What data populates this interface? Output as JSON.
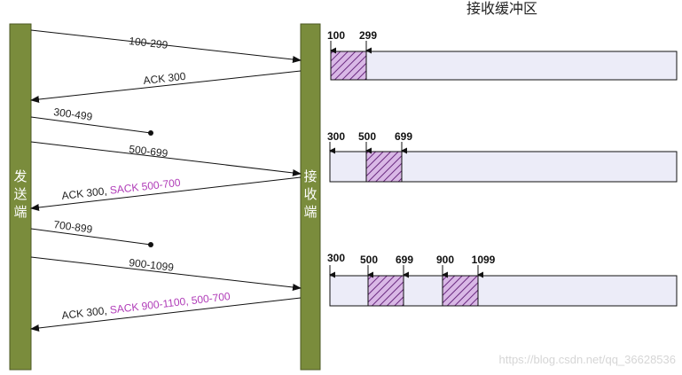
{
  "colors": {
    "bar": "#7a8c3c",
    "bar_stroke": "#4e5a24",
    "buffer_fill": "#ececf8",
    "received_fill": "#d9b8e6",
    "hatch": "#6a2a80",
    "sack_text": "#b03cb8"
  },
  "sender_label": "发送端",
  "receiver_label": "接收端",
  "buffer_title": "接收缓冲区",
  "messages": [
    {
      "id": "m1",
      "text": "100-299",
      "dir": "right",
      "lost": false
    },
    {
      "id": "m2",
      "text": "ACK 300",
      "dir": "left",
      "lost": false
    },
    {
      "id": "m3",
      "text": "300-499",
      "dir": "right",
      "lost": true
    },
    {
      "id": "m4",
      "text": "500-699",
      "dir": "right",
      "lost": false
    },
    {
      "id": "m5",
      "text": "ACK 300, ",
      "sack": "SACK 500-700",
      "dir": "left",
      "lost": false
    },
    {
      "id": "m6",
      "text": "700-899",
      "dir": "right",
      "lost": true
    },
    {
      "id": "m7",
      "text": "900-1099",
      "dir": "right",
      "lost": false
    },
    {
      "id": "m8",
      "text": "ACK 300, ",
      "sack": "SACK 900-1100, 500-700",
      "dir": "left",
      "lost": false
    }
  ],
  "buffers": [
    {
      "markers": [
        "100",
        "299"
      ]
    },
    {
      "markers": [
        "300",
        "500",
        "699"
      ]
    },
    {
      "markers": [
        "300",
        "500",
        "699",
        "900",
        "1099"
      ]
    }
  ],
  "watermark": "https://blog.csdn.net/qq_36628536"
}
